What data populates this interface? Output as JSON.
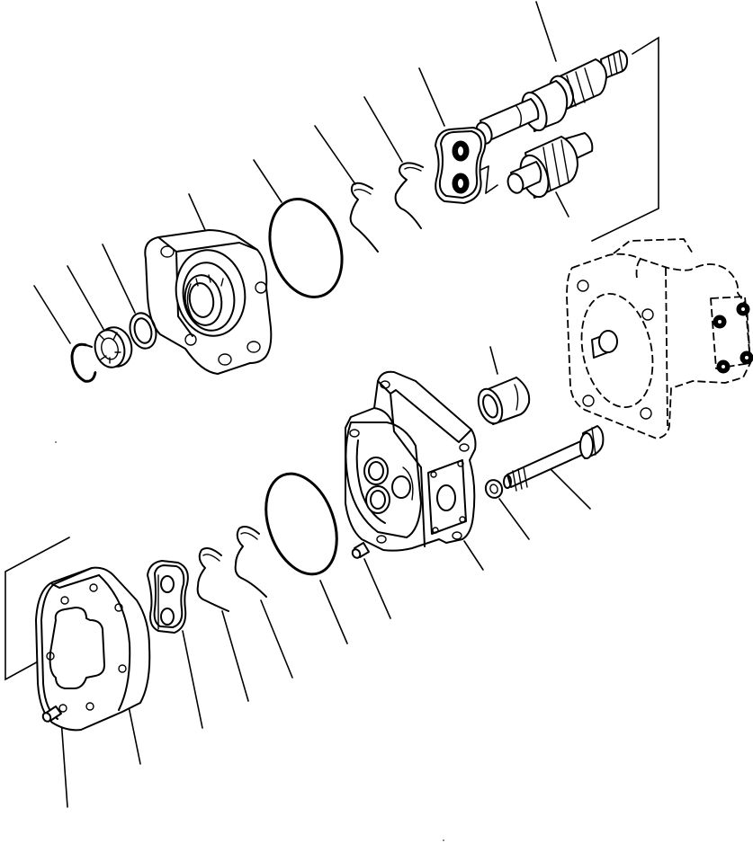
{
  "diagram": {
    "theme": {
      "ink": "#000000",
      "paper": "#ffffff"
    },
    "parts": [
      {
        "id": "drive-shaft",
        "icon": "splined-drive-shaft-icon"
      },
      {
        "id": "driven-gear",
        "icon": "gear-icon"
      },
      {
        "id": "bushing-plate-front",
        "icon": "bushing-plate-icon"
      },
      {
        "id": "seal-front-a",
        "icon": "backup-seal-icon"
      },
      {
        "id": "seal-front-b",
        "icon": "backup-seal-icon"
      },
      {
        "id": "o-ring-front",
        "icon": "o-ring-icon"
      },
      {
        "id": "flange-housing",
        "icon": "flange-housing-icon"
      },
      {
        "id": "washer-ring",
        "icon": "ring-icon"
      },
      {
        "id": "oil-seal",
        "icon": "oil-seal-icon"
      },
      {
        "id": "snap-ring",
        "icon": "snap-ring-icon"
      },
      {
        "id": "sleeve",
        "icon": "sleeve-icon"
      },
      {
        "id": "attached-pump",
        "icon": "pump-housing-icon"
      },
      {
        "id": "gear-case",
        "icon": "gear-case-icon"
      },
      {
        "id": "bolt",
        "icon": "bolt-icon"
      },
      {
        "id": "bolt-washer",
        "icon": "washer-icon"
      },
      {
        "id": "dowel-pin-upper",
        "icon": "dowel-pin-icon"
      },
      {
        "id": "o-ring-rear",
        "icon": "o-ring-icon"
      },
      {
        "id": "seal-rear-a",
        "icon": "backup-seal-icon"
      },
      {
        "id": "seal-rear-b",
        "icon": "backup-seal-icon"
      },
      {
        "id": "bushing-plate-rear",
        "icon": "bushing-plate-icon"
      },
      {
        "id": "end-cover",
        "icon": "end-cover-icon"
      },
      {
        "id": "dowel-pin-lower",
        "icon": "dowel-pin-icon"
      }
    ]
  }
}
